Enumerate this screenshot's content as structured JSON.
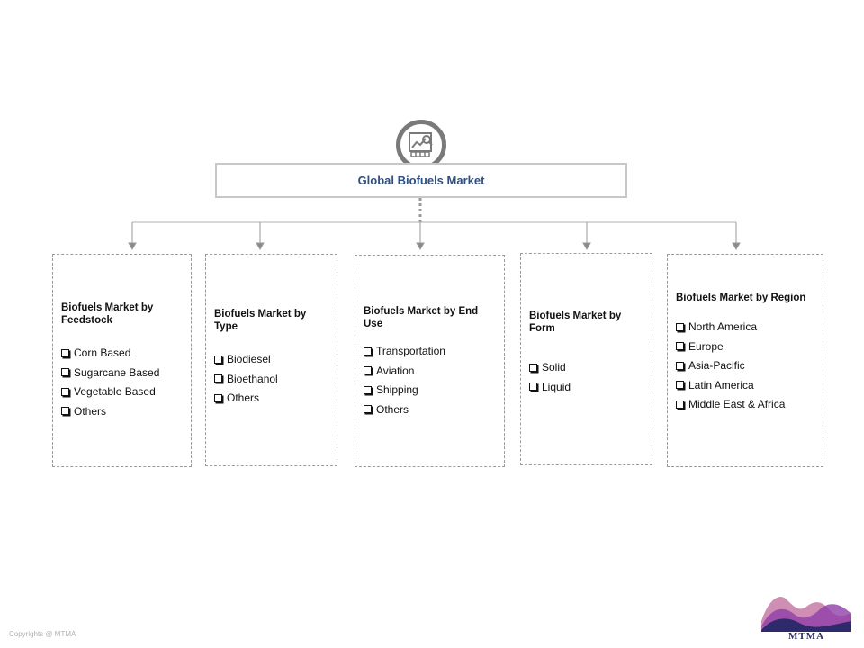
{
  "root": {
    "title": "Global Biofuels Market",
    "icon": "market-analysis-icon"
  },
  "segments": [
    {
      "title": "Biofuels Market by Feedstock",
      "items": [
        "Corn Based",
        "Sugarcane Based",
        "Vegetable Based",
        "Others"
      ]
    },
    {
      "title": "Biofuels Market by Type",
      "items": [
        "Biodiesel",
        "Bioethanol",
        "Others"
      ]
    },
    {
      "title": "Biofuels Market by End Use",
      "items": [
        "Transportation",
        "Aviation",
        "Shipping",
        "Others"
      ]
    },
    {
      "title": "Biofuels Market by Form",
      "items": [
        "Solid",
        "Liquid"
      ]
    },
    {
      "title": "Biofuels Market by Region",
      "items": [
        "North America",
        "Europe",
        "Asia-Pacific",
        "Latin America",
        "Middle East & Africa"
      ]
    }
  ],
  "footer": {
    "copyright": "Copyrights @ MTMA",
    "logo_text": "MTMA"
  },
  "colors": {
    "root_title": "#2f4f7f",
    "connector": "#9a9a9a",
    "logo_dark": "#2e2a6b",
    "logo_pink": "#c77aa6",
    "logo_purple": "#8e3fa8"
  }
}
